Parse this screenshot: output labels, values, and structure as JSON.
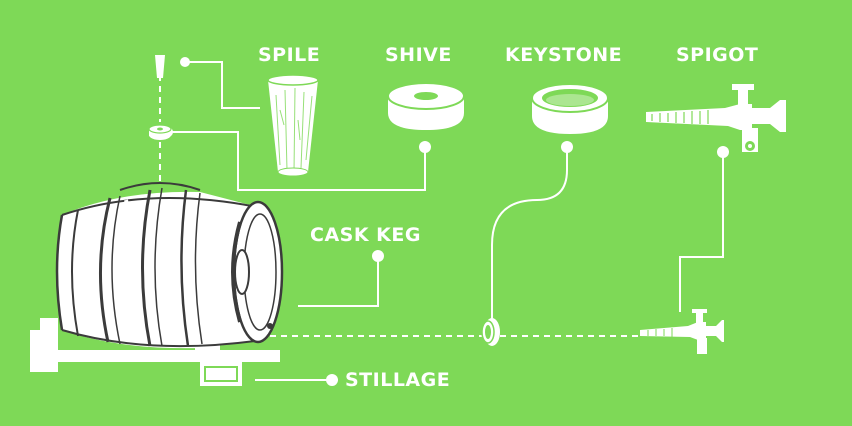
{
  "labels": {
    "spile": "SPILE",
    "shive": "SHIVE",
    "keystone": "KEYSTONE",
    "spigot": "SPIGOT",
    "cask_keg": "CASK KEG",
    "stillage": "STILLAGE"
  },
  "colors": {
    "background": "#7ed957",
    "line": "#ffffff",
    "dark": "#3b3b3b"
  }
}
